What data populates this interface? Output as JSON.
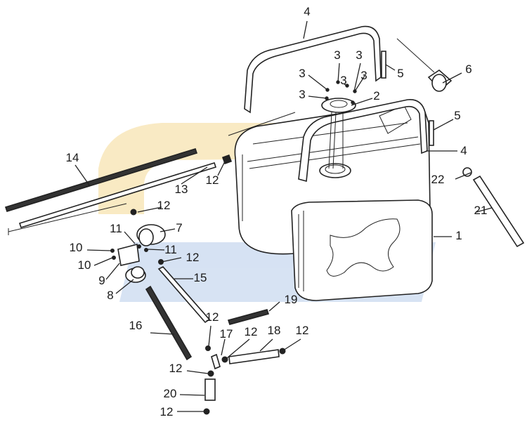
{
  "colors": {
    "watermark_yellow": "#f7e3b0",
    "watermark_blue": "#c9d9ef",
    "line": "#222222"
  },
  "callouts": [
    {
      "id": "c4a",
      "text": "4"
    },
    {
      "id": "c3a",
      "text": "3"
    },
    {
      "id": "c3b",
      "text": "3"
    },
    {
      "id": "c3c",
      "text": "3"
    },
    {
      "id": "c3d",
      "text": "3"
    },
    {
      "id": "c3e",
      "text": "3"
    },
    {
      "id": "c3f",
      "text": "3"
    },
    {
      "id": "c5a",
      "text": "5"
    },
    {
      "id": "c2",
      "text": "2"
    },
    {
      "id": "c6",
      "text": "6"
    },
    {
      "id": "c5b",
      "text": "5"
    },
    {
      "id": "c4b",
      "text": "4"
    },
    {
      "id": "c14",
      "text": "14"
    },
    {
      "id": "c12a",
      "text": "12"
    },
    {
      "id": "c13",
      "text": "13"
    },
    {
      "id": "c12b",
      "text": "12"
    },
    {
      "id": "c7",
      "text": "7"
    },
    {
      "id": "c11a",
      "text": "11"
    },
    {
      "id": "c10a",
      "text": "10"
    },
    {
      "id": "c11b",
      "text": "11"
    },
    {
      "id": "c12c",
      "text": "12"
    },
    {
      "id": "c10b",
      "text": "10"
    },
    {
      "id": "c9",
      "text": "9"
    },
    {
      "id": "c15",
      "text": "15"
    },
    {
      "id": "c8",
      "text": "8"
    },
    {
      "id": "c22",
      "text": "22"
    },
    {
      "id": "c1",
      "text": "1"
    },
    {
      "id": "c21",
      "text": "21"
    },
    {
      "id": "c19",
      "text": "19"
    },
    {
      "id": "c16",
      "text": "16"
    },
    {
      "id": "c12d",
      "text": "12"
    },
    {
      "id": "c17",
      "text": "17"
    },
    {
      "id": "c12e",
      "text": "12"
    },
    {
      "id": "c18",
      "text": "18"
    },
    {
      "id": "c12f",
      "text": "12"
    },
    {
      "id": "c12g",
      "text": "12"
    },
    {
      "id": "c20",
      "text": "20"
    },
    {
      "id": "c12h",
      "text": "12"
    }
  ]
}
